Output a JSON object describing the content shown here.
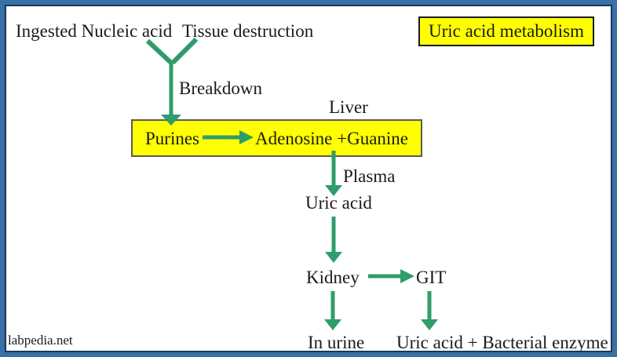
{
  "colors": {
    "arrow_green": "#2e9d6a",
    "box_yellow": "#ffff00",
    "frame_blue": "#3a6fa8",
    "frame_inner": "#17375d",
    "process_border": "#5a5a5a",
    "title_border": "#1a1a1a",
    "text_color": "#1a1a1a"
  },
  "title_box": {
    "label": "Uric acid metabolism"
  },
  "flow": {
    "source_left": "Ingested Nucleic acid",
    "source_right": "Tissue destruction",
    "breakdown": "Breakdown",
    "liver": "Liver",
    "purines": "Purines",
    "adenosine_guanine": "Adenosine +Guanine",
    "plasma": "Plasma",
    "uric_acid": "Uric acid",
    "kidney": "Kidney",
    "git": "GIT",
    "in_urine": "In urine",
    "git_result": "Uric acid + Bacterial enzyme"
  },
  "watermark": "labpedia.net"
}
